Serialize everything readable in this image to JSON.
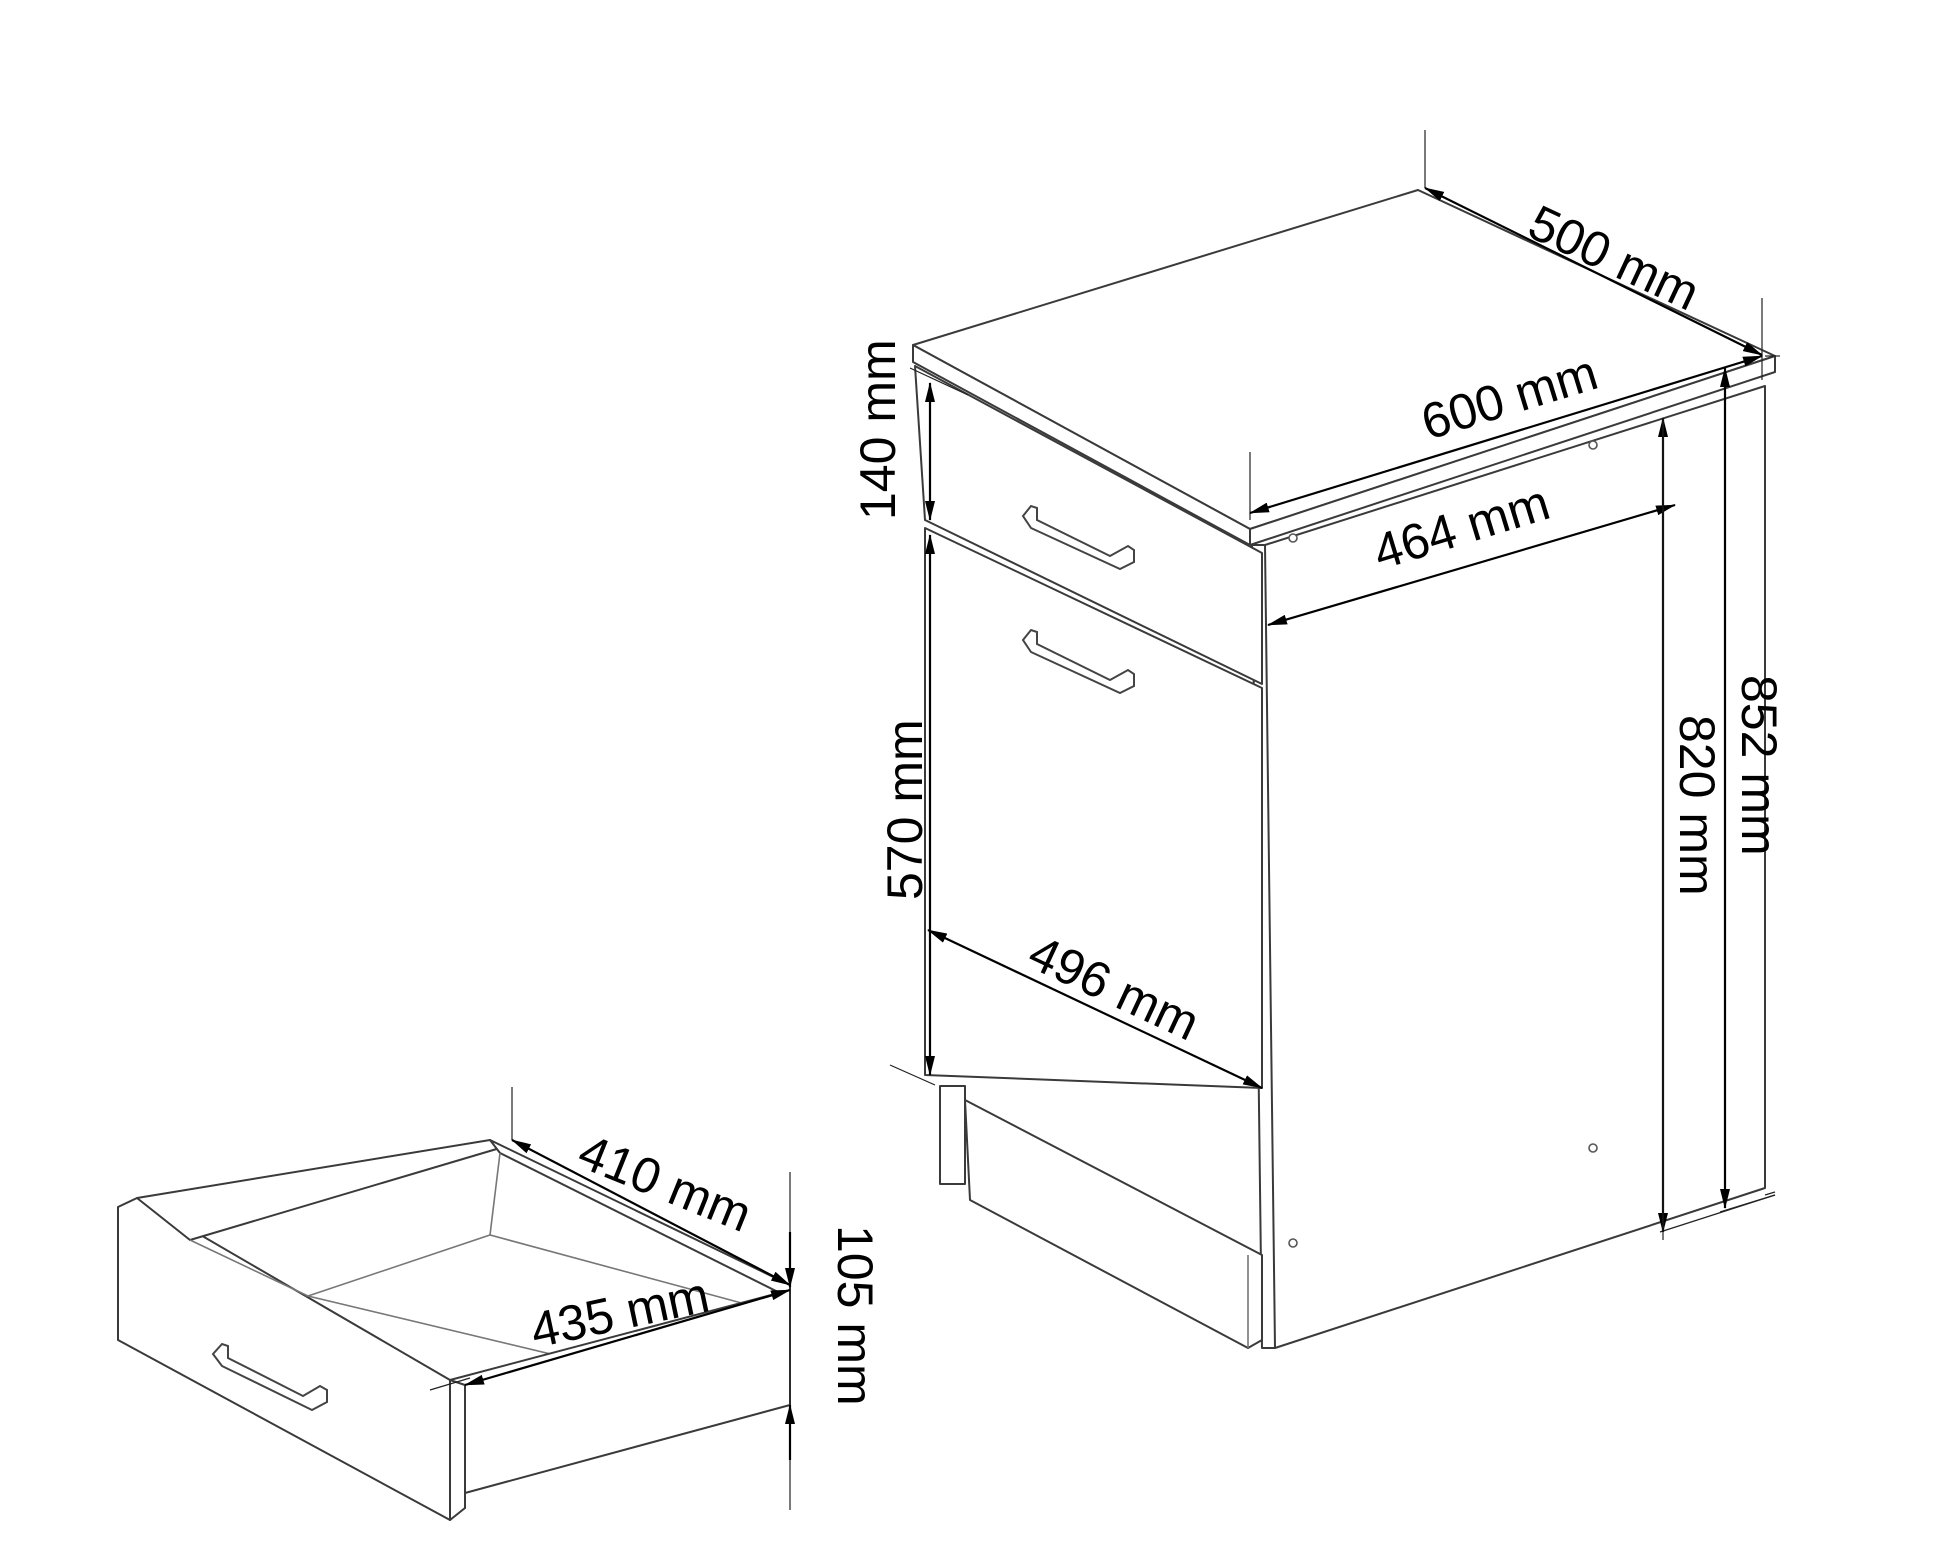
{
  "dimensions": {
    "cabinet_depth": "500 mm",
    "cabinet_width_top": "600 mm",
    "side_depth": "464 mm",
    "front_width": "496 mm",
    "drawer_front_height": "140 mm",
    "door_height": "570 mm",
    "body_height": "820 mm",
    "total_height": "852 mm",
    "drawer_inner_depth": "410 mm",
    "drawer_inner_width": "435 mm",
    "drawer_height": "105 mm"
  },
  "colors": {
    "line": "#3a3a3a",
    "dimension": "#000000",
    "background": "#ffffff"
  }
}
